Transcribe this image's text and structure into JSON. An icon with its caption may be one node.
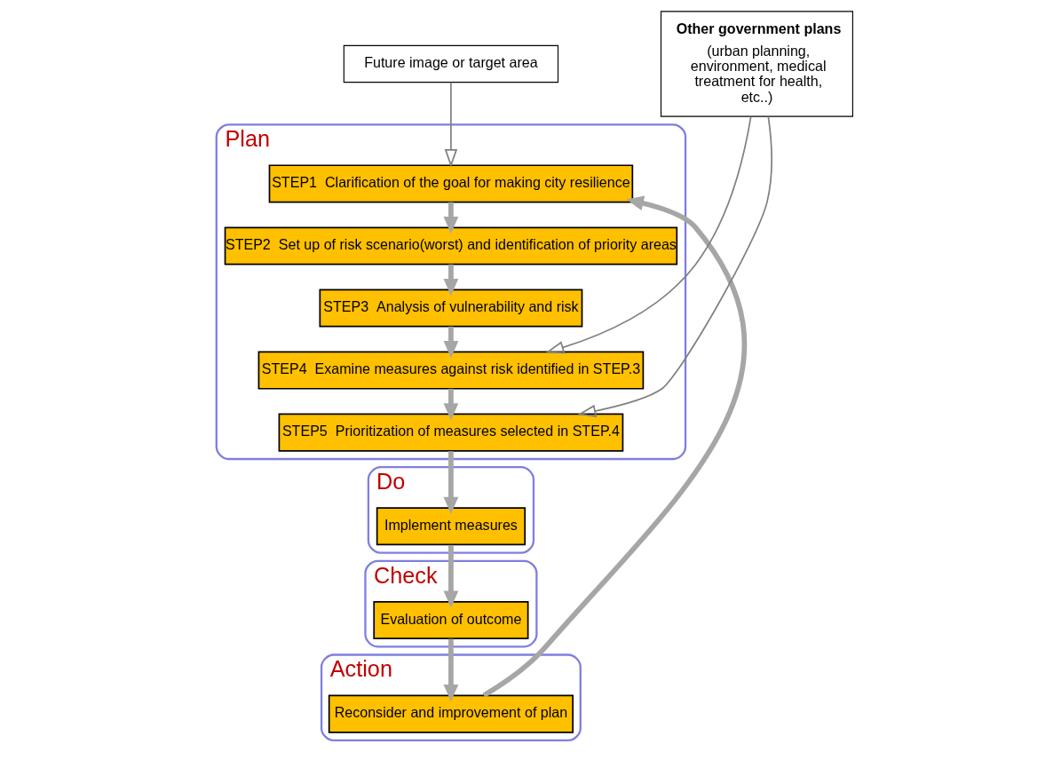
{
  "diagram": {
    "nodes": [
      {
        "text": [
          "Future image or target area"
        ]
      },
      {
        "text": [
          "Plan"
        ]
      },
      {
        "text": [
          "STEP1  Clarification of the goal for making city resilience"
        ],
        "in": 1
      },
      {
        "text": [
          "STEP2  Set up of risk scenario(worst) and identification of priority areas"
        ],
        "in": 1
      },
      {
        "text": [
          "STEP3  Analysis of vulnerability and risk"
        ],
        "in": 1
      },
      {
        "text": [
          "STEP4  Examine measures against risk identified in STEP.3"
        ],
        "in": 1
      },
      {
        "text": [
          "STEP5  Prioritization of measures selected in STEP.4"
        ],
        "in": 1
      },
      {
        "text": [
          "Do"
        ]
      },
      {
        "text": [
          "Implement measures"
        ],
        "in": 7
      },
      {
        "text": [
          "Check"
        ]
      },
      {
        "text": [
          "Evaluation of outcome"
        ],
        "in": 9
      },
      {
        "text": [
          "Action"
        ]
      },
      {
        "text": [
          "Reconsider and improvement of plan"
        ],
        "in": 11
      },
      {
        "text": [
          "Other government plans",
          "(urban planning, environment, medical treatment for health, etc..)"
        ]
      }
    ],
    "edges": [
      {
        "from": 0,
        "to": 2,
        "arrow": "to",
        "color": "#808080"
      },
      {
        "from": 2,
        "to": 3,
        "arrow": "to"
      },
      {
        "from": 3,
        "to": 4,
        "arrow": "to"
      },
      {
        "from": 4,
        "to": 5,
        "arrow": "to"
      },
      {
        "from": 5,
        "to": 6,
        "arrow": "to"
      },
      {
        "from": 6,
        "to": 8,
        "arrow": "to"
      },
      {
        "from": 8,
        "to": 10,
        "arrow": "to"
      },
      {
        "from": 10,
        "to": 12,
        "arrow": "to"
      },
      {
        "from": 12,
        "to": 2,
        "arrow": "to"
      },
      {
        "from": 13,
        "to": 5,
        "arrow": "to",
        "color": "#808080"
      },
      {
        "from": 13,
        "to": 6,
        "arrow": "to",
        "color": "#808080"
      }
    ]
  }
}
